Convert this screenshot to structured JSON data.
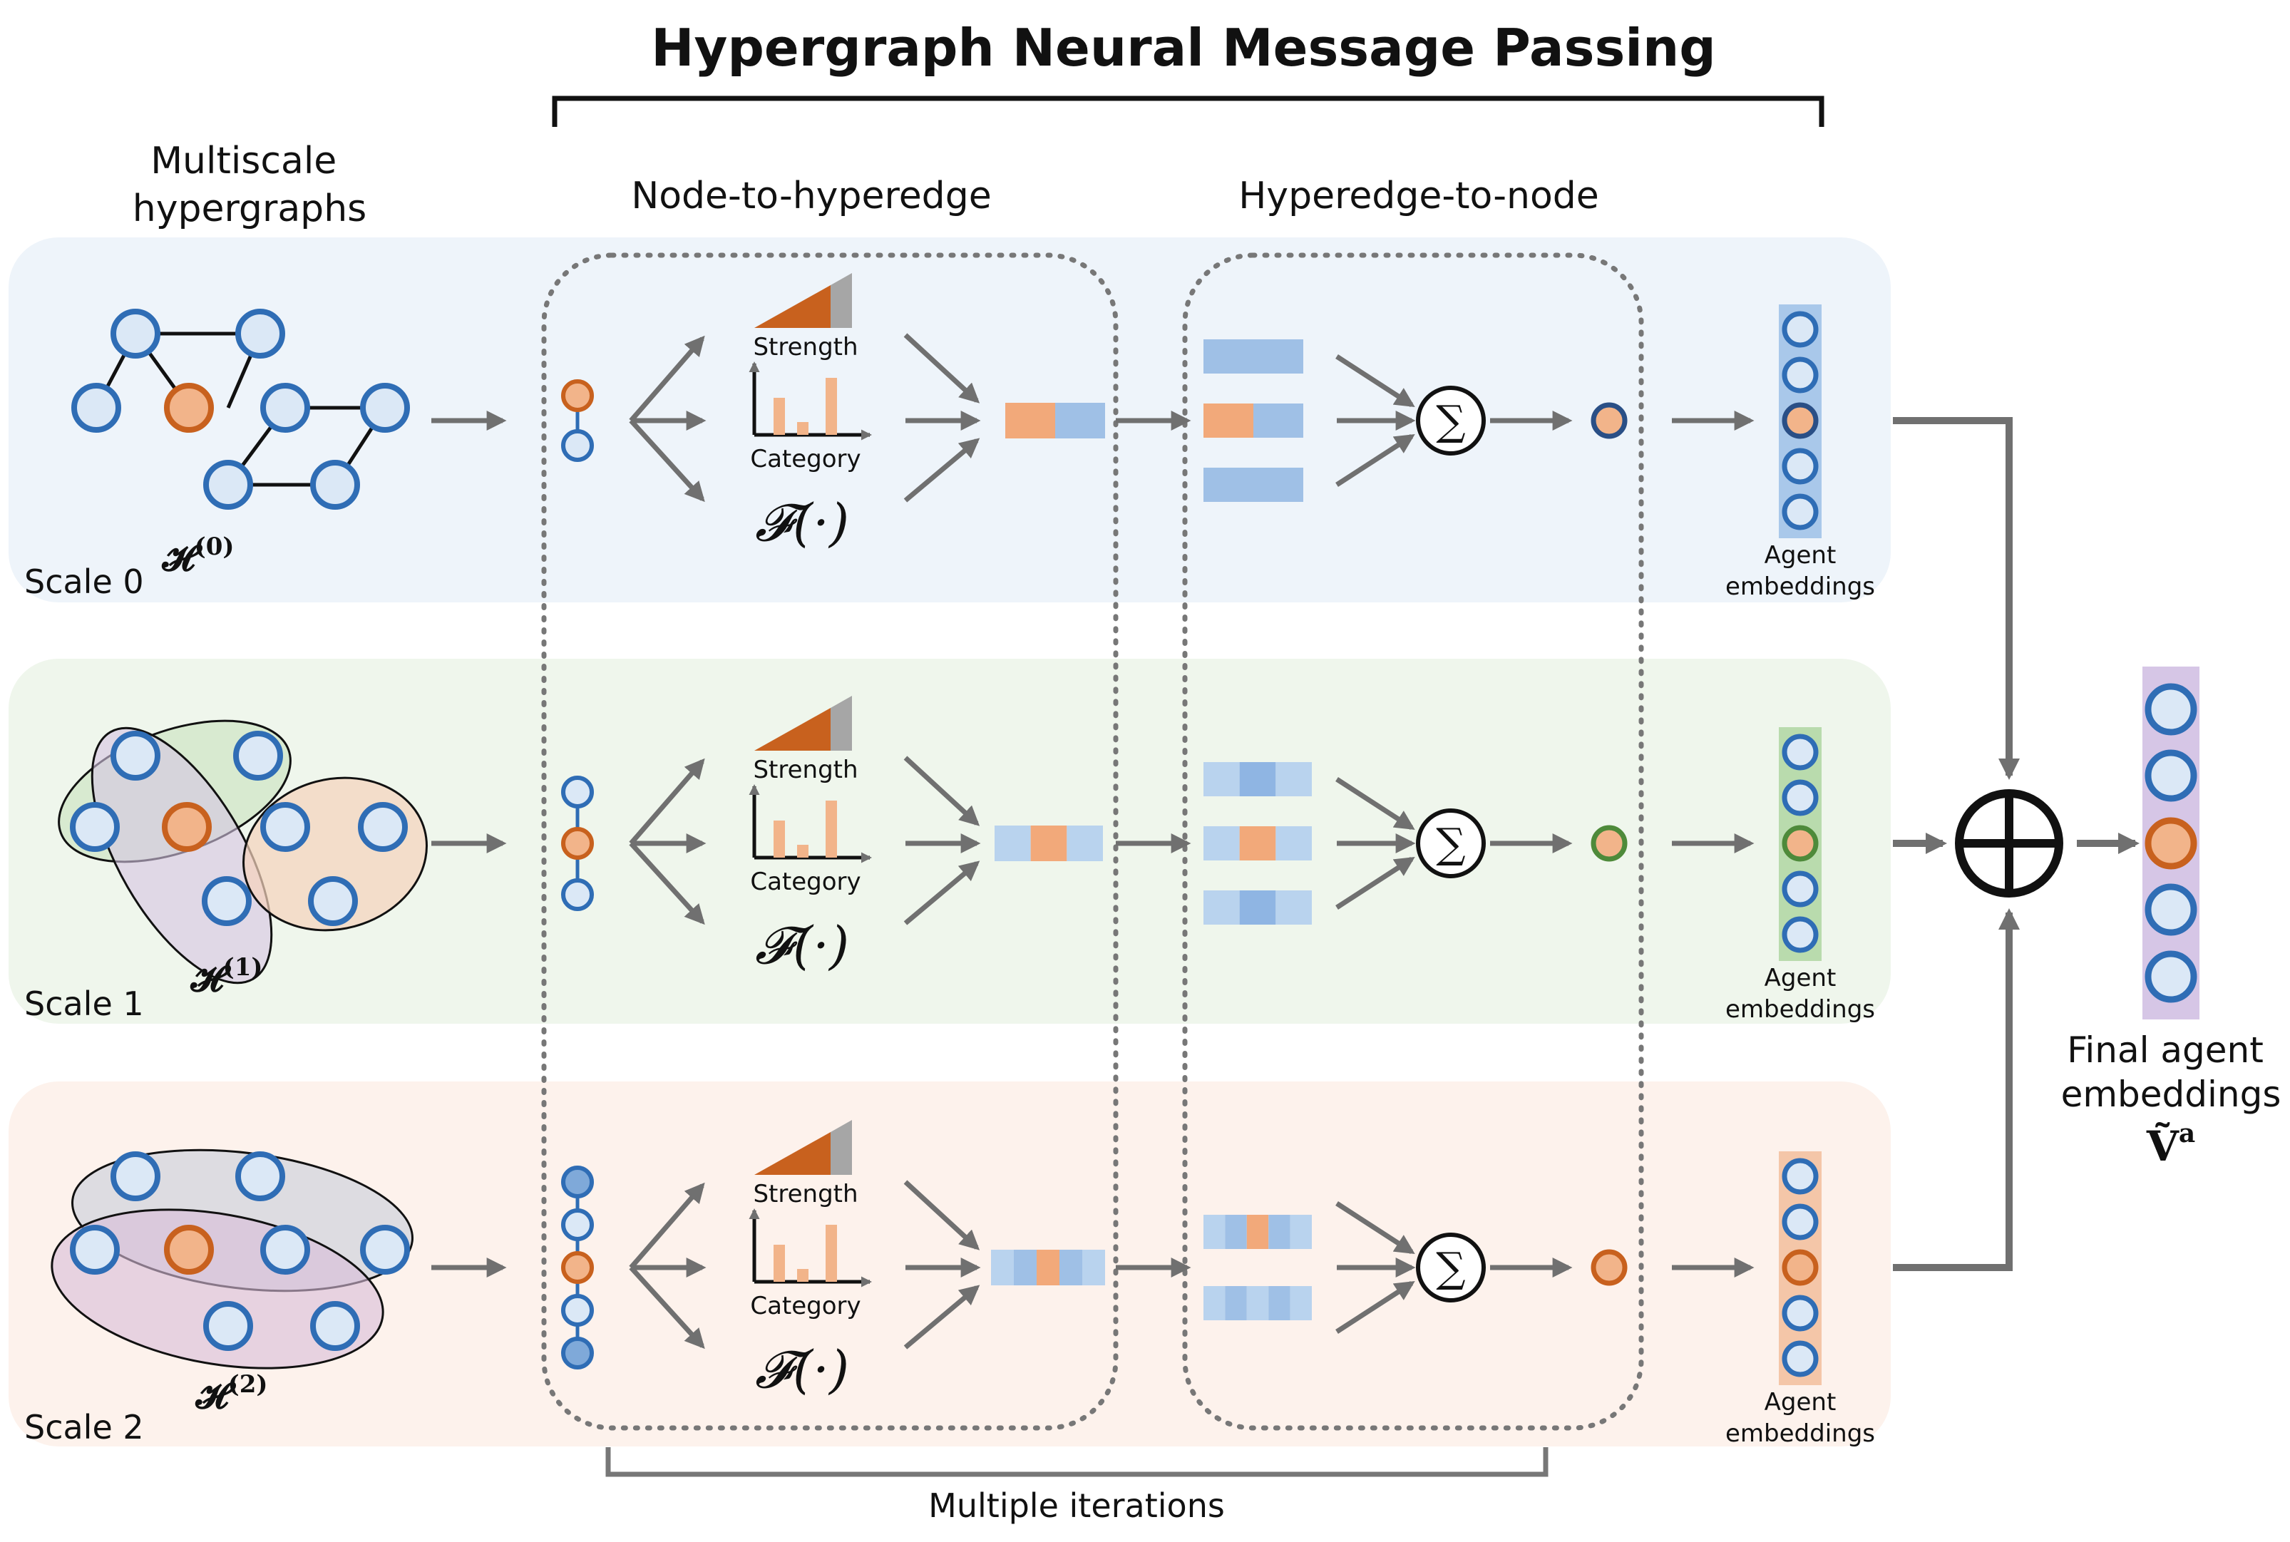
{
  "title": "Hypergraph Neural Message Passing",
  "headers": {
    "multiscale_line1": "Multiscale",
    "multiscale_line2": "hypergraphs",
    "node_to_hyperedge": "Node-to-hyperedge",
    "hyperedge_to_node": "Hyperedge-to-node"
  },
  "scales": [
    {
      "label": "Scale 0",
      "h_base": "𝓗",
      "h_sup": "(0)",
      "band_color": "#eef4fa",
      "accent": "#c8611e",
      "strip_color": "#a9c8ea"
    },
    {
      "label": "Scale 1",
      "h_base": "𝓗",
      "h_sup": "(1)",
      "band_color": "#eff6ec",
      "accent": "#4e8a3a",
      "strip_color": "#b9dbad"
    },
    {
      "label": "Scale 2",
      "h_base": "𝓗",
      "h_sup": "(2)",
      "band_color": "#fdf2ec",
      "accent": "#c8611e",
      "strip_color": "#f4c6a8"
    }
  ],
  "chart_labels": {
    "strength": "Strength",
    "category": "Category",
    "function": "𝓕(·)"
  },
  "sum_symbol": "∑",
  "agent_embeddings_line1": "Agent",
  "agent_embeddings_line2": "embeddings",
  "final": {
    "line1": "Final agent",
    "line2": "embeddings",
    "symbol": "Ṽ",
    "symbol_sup": "a"
  },
  "multiple_iterations": "Multiple iterations",
  "colors": {
    "node_blue": "#2f6db5",
    "node_fill": "#dbe8f6",
    "node_orange": "#c8611e",
    "node_orange_fill": "#f2b48a",
    "arrow_gray": "#707070",
    "feat_blue": "#a9c8ea",
    "feat_orange": "#f2a97a",
    "strength_orange": "#c8611e",
    "strength_gray": "#a6a6a6",
    "final_strip": "#d6c6e6"
  }
}
